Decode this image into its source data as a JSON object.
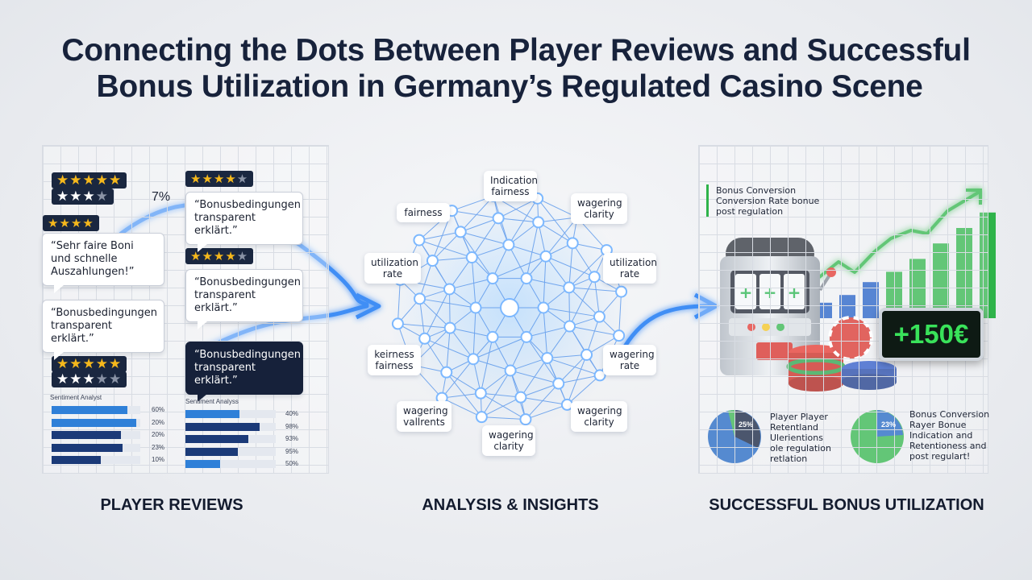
{
  "title": {
    "line1": "Connecting the Dots Between Player Reviews and Successful",
    "line2": "Bonus Utilization in Germany’s Regulated Casino Scene"
  },
  "colors": {
    "navy": "#16213a",
    "accent_blue": "#2f8bff",
    "bar_light": "#2f80d8",
    "bar_dark": "#1b3a78",
    "green": "#2fb34a",
    "star": "#f5b81c"
  },
  "sections": {
    "reviews": "PLAYER REVIEWS",
    "analysis": "ANALYSIS & INSIGHTS",
    "utilization": "SUCCESSFUL BONUS UTILIZATION"
  },
  "reviews": {
    "percent_note": "7%",
    "ratings": [
      {
        "filled": "★★★★★",
        "empty": ""
      },
      {
        "filled": "★★★",
        "empty": "★"
      },
      {
        "filled": "★★★★",
        "empty": "★"
      },
      {
        "filled": "★★★★",
        "empty": ""
      },
      {
        "filled": "★★★★",
        "empty": "★"
      },
      {
        "filled": "★★★★★",
        "empty": ""
      },
      {
        "filled": "★★★",
        "empty": "★★"
      }
    ],
    "bubbles": [
      "“Bonusbedingungen transparent erklärt.”",
      "“Sehr faire Boni und schnelle Auszahlungen!”",
      "“Bonusbedingungen transparent erklärt.”",
      "“Bonusbedingungen transparent erklärt.”",
      "“Bonusbedingungen transparent erklärt.”"
    ],
    "sentiment_left": {
      "label": "Sentiment Analyst",
      "bars": [
        {
          "value": 0.85,
          "pct": "60%",
          "color": "#2f80d8"
        },
        {
          "value": 0.95,
          "pct": "20%",
          "color": "#2f80d8"
        },
        {
          "value": 0.78,
          "pct": "20%",
          "color": "#1b3a78"
        },
        {
          "value": 0.8,
          "pct": "23%",
          "color": "#1b3a78"
        },
        {
          "value": 0.55,
          "pct": "10%",
          "color": "#1b3a78"
        }
      ]
    },
    "sentiment_right": {
      "label": "Sentiment Analyss",
      "bars": [
        {
          "value": 0.6,
          "pct": "40%",
          "color": "#2f80d8"
        },
        {
          "value": 0.82,
          "pct": "98%",
          "color": "#1b3a78"
        },
        {
          "value": 0.7,
          "pct": "93%",
          "color": "#1b3a78"
        },
        {
          "value": 0.58,
          "pct": "95%",
          "color": "#1b3a78"
        },
        {
          "value": 0.38,
          "pct": "50%",
          "color": "#2f80d8"
        }
      ]
    }
  },
  "analysis": {
    "labels": [
      "Indication fairness",
      "fairness",
      "wagering clarity",
      "utilization rate",
      "utilization rate",
      "keirness fairness",
      "wagering rate",
      "wagering vallrents",
      "wagering clarity",
      "wagering clarity"
    ]
  },
  "utilization": {
    "legend_text": "Bonus Conversion Conversion Rate bonue post regulation",
    "badge": "+150€",
    "pie1": {
      "pct": "25%",
      "text": "Player Player Retentland Ulerientions ole regulation retlation"
    },
    "pie2": {
      "pct": "23%",
      "text": "Bonus Conversion Rayer Bonue Indication and Retentioness and post regulart!"
    },
    "bars": [
      0.12,
      0.18,
      0.28,
      0.36,
      0.46,
      0.58,
      0.7,
      0.82
    ]
  }
}
